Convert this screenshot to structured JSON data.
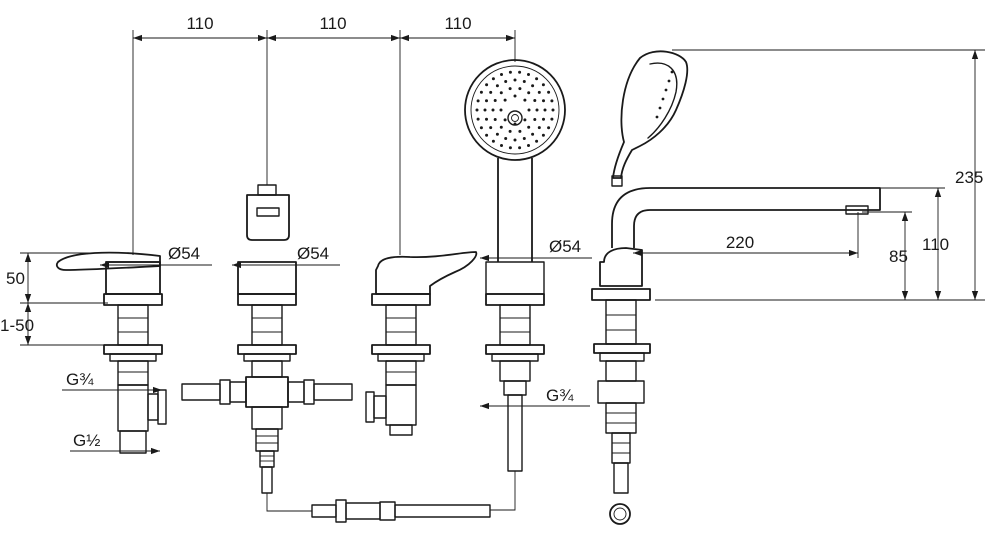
{
  "dimensions": {
    "spacing_1": "110",
    "spacing_2": "110",
    "spacing_3": "110",
    "height_total": "235",
    "height_spout": "110",
    "height_outlet": "85",
    "spout_reach": "220",
    "handle_height": "50",
    "deck_thickness": "1-50",
    "diameter_1": "Ø54",
    "diameter_2": "Ø54",
    "diameter_3": "Ø54",
    "thread_g34_left": "G¾",
    "thread_g12": "G½",
    "thread_g34_right": "G¾"
  }
}
